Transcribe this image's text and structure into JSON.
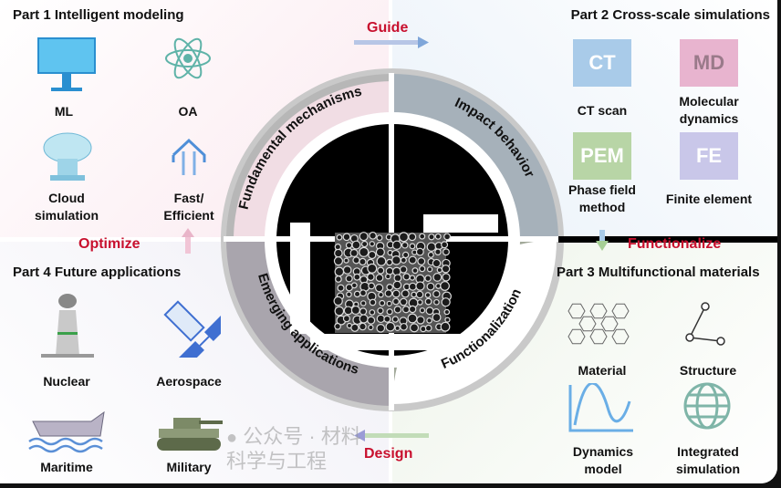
{
  "guide": "Guide",
  "design": "Design",
  "optimize": "Optimize",
  "functionalize": "Functionalize",
  "part1": {
    "title": "Part 1 Intelligent modeling",
    "items": [
      "ML",
      "OA",
      "Cloud simulation",
      "Fast/ Efficient"
    ],
    "icons": [
      "monitor-icon",
      "atom-icon",
      "cloud-icon",
      "rocket-icon"
    ]
  },
  "part2": {
    "title": "Part 2 Cross-scale simulations",
    "boxes": [
      "CT",
      "MD",
      "PEM",
      "FE"
    ],
    "items": [
      "CT scan",
      "Molecular dynamics",
      "Phase field method",
      "Finite element"
    ],
    "colors": [
      "#a9cbe9",
      "#e8b4cf",
      "#b8d5a6",
      "#c9c7e9"
    ]
  },
  "part3": {
    "title": "Part 3 Multifunctional materials",
    "items": [
      "Material",
      "Structure",
      "Dynamics model",
      "Integrated simulation"
    ],
    "icons": [
      "hexagon-lattice-icon",
      "node-graph-icon",
      "wave-chart-icon",
      "globe-icon"
    ]
  },
  "part4": {
    "title": "Part 4 Future applications",
    "items": [
      "Nuclear",
      "Aerospace",
      "Maritime",
      "Military"
    ],
    "icons": [
      "nuclear-tower-icon",
      "satellite-icon",
      "ship-icon",
      "tank-icon"
    ]
  },
  "ring": [
    "Fundamental mechanisms",
    "Impact behavior",
    "Emerging applications",
    "Functionalization"
  ],
  "watermark": "公众号 · 材料科学与工程"
}
